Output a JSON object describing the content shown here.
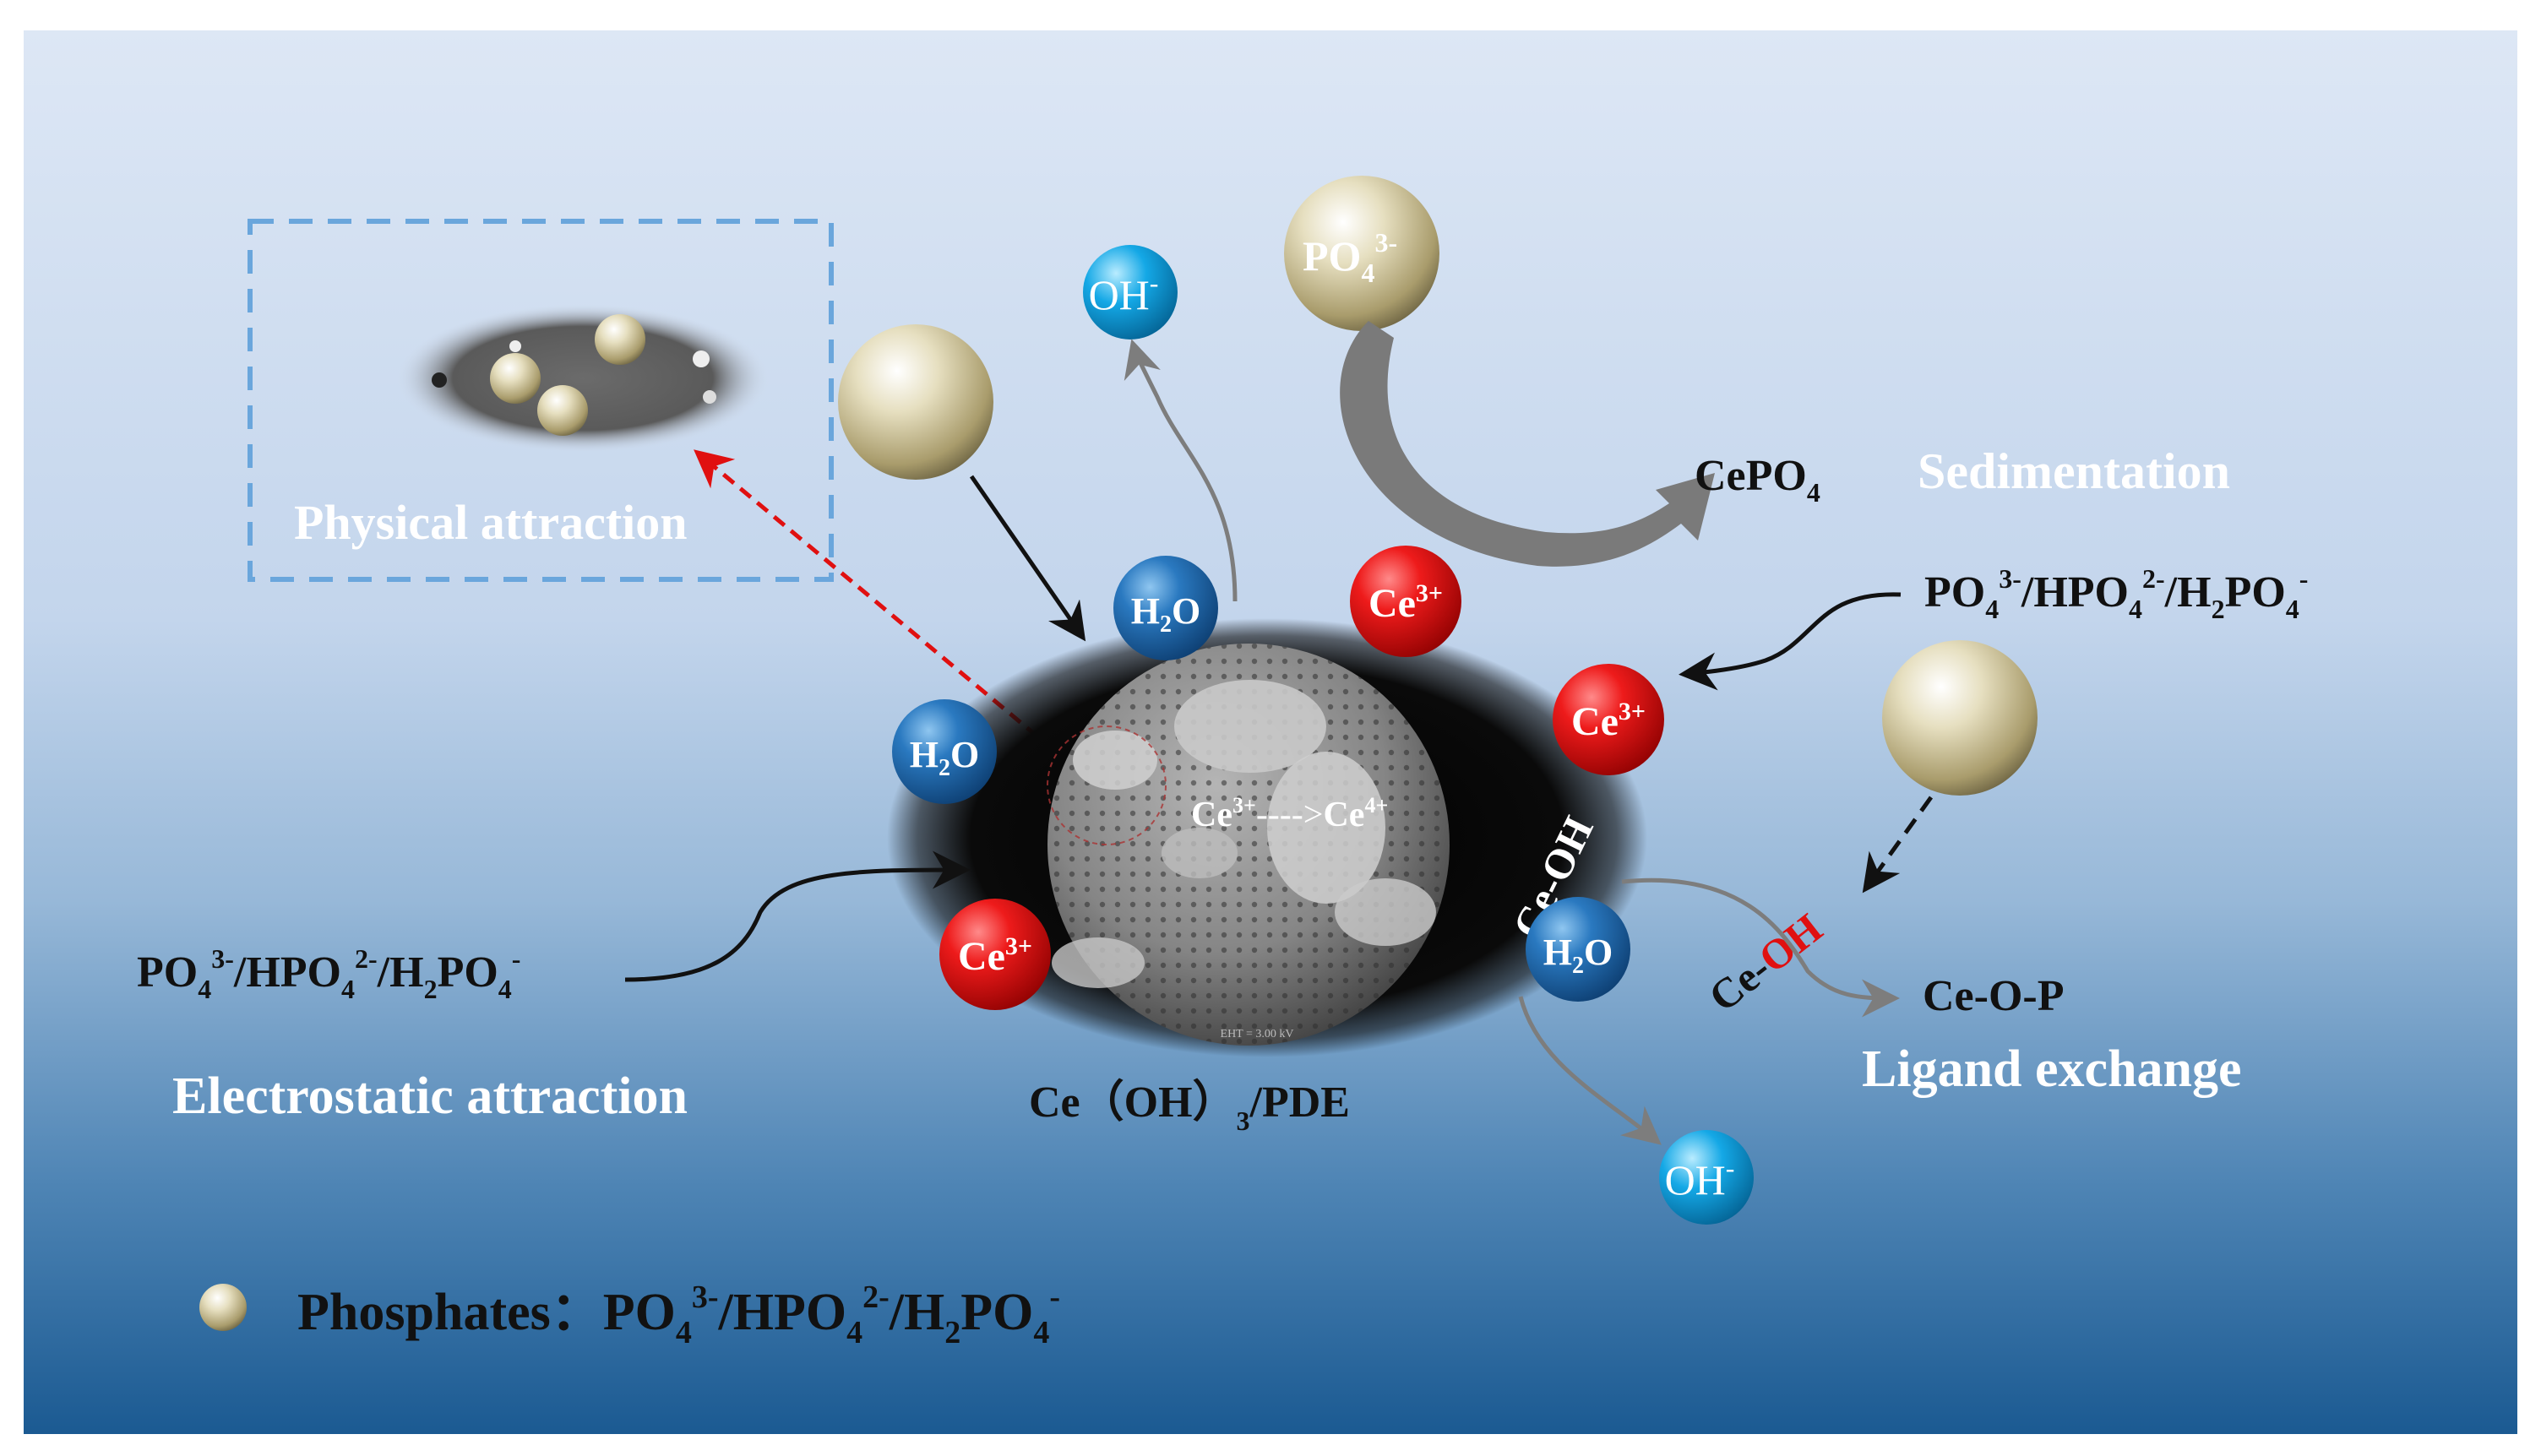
{
  "labels": {
    "physical_attraction": "Physical attraction",
    "sedimentation": "Sedimentation",
    "ligand_exchange": "Ligand exchange",
    "electrostatic_attraction": "Electrostatic attraction",
    "material": {
      "prefix": "Ce（OH）",
      "sub": "3",
      "suffix": "/PDE"
    },
    "cepo4": {
      "main": "CePO",
      "sub": "4"
    },
    "ce_o_p": "Ce-O-P",
    "ce_oh_vertical": "Ce-OH",
    "ce_oh_bond": {
      "ce": "Ce-",
      "oh": "OH"
    },
    "redox": {
      "ce3": "Ce",
      "ce3_sup": "3+",
      "arrow": "---->",
      "ce4": "Ce",
      "ce4_sup": "4+"
    },
    "oh_ion": {
      "main": "OH",
      "sup": "-"
    },
    "h2o": {
      "h": "H",
      "sub": "2",
      "o": "O"
    },
    "ce3_ion": {
      "main": "Ce",
      "sup": "3+"
    },
    "po4_ball": {
      "main": "PO",
      "sub": "4",
      "sup": "3-"
    },
    "sem_caption": "EHT = 3.00 kV"
  },
  "phosphate_formula": {
    "po4": "PO",
    "po4_sub": "4",
    "po4_sup": "3-",
    "sep1": "/",
    "hpo4": "HPO",
    "hpo4_sub": "4",
    "hpo4_sup": "2-",
    "sep2": "/",
    "h2po4_h": "H",
    "h2po4_hsub": "2",
    "h2po4_po": "PO",
    "h2po4_sub": "4",
    "h2po4_sup": "-"
  },
  "legend": {
    "label": "Phosphates："
  },
  "colors": {
    "bg_top": "#dde7f5",
    "bg_bottom": "#1b5a92",
    "ce_red": "#e0111a",
    "water_blue": "#1e6fb5",
    "hydroxide_cyan": "#0fa3e0",
    "phosphate_tan": "#d8cfa8",
    "dashed_box": "#6aa6dc",
    "red_dashed_arrow": "#e01010",
    "oh_highlight": "#e01010"
  }
}
